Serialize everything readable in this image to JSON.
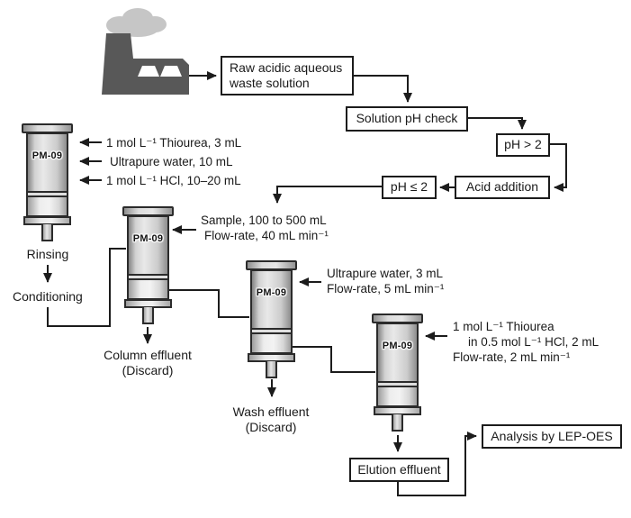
{
  "boxes": {
    "raw_waste": "Raw acidic aqueous waste solution",
    "ph_check": "Solution pH check",
    "ph_gt_2": "pH > 2",
    "ph_le_2": "pH ≤ 2",
    "acid_addition": "Acid addition",
    "elution_effluent": "Elution effluent",
    "analysis": "Analysis by LEP-OES"
  },
  "column_label": "PM-09",
  "annotations": {
    "conditioning_reagents": [
      "1 mol L⁻¹ Thiourea, 3 mL",
      "Ultrapure water, 10 mL",
      "1 mol L⁻¹ HCl, 10–20 mL"
    ],
    "sample_load": [
      "Sample, 100 to 500 mL",
      "Flow-rate, 40 mL min⁻¹"
    ],
    "wash": [
      "Ultrapure water, 3 mL",
      "Flow-rate, 5 mL min⁻¹"
    ],
    "elution": [
      "1 mol L⁻¹ Thiourea",
      "in 0.5 mol L⁻¹ HCl, 2 mL",
      "Flow-rate, 2 mL min⁻¹"
    ]
  },
  "steps": {
    "rinsing": "Rinsing",
    "conditioning": "Conditioning",
    "column_effluent": [
      "Column effluent",
      "(Discard)"
    ],
    "wash_effluent": [
      "Wash effluent",
      "(Discard)"
    ]
  },
  "icons": {
    "factory": "factory-building-icon",
    "smoke": "smoke-cloud-icon",
    "spe_column": "spe-cartridge-icon"
  },
  "colors": {
    "line": "#1c1c1c",
    "box_border": "#1c1c1c",
    "background": "#ffffff",
    "factory_gray": "#585858",
    "smoke_gray": "#c6c6c6",
    "column_gray_dark": "#848484",
    "column_gray_light": "#e9e9e9"
  }
}
